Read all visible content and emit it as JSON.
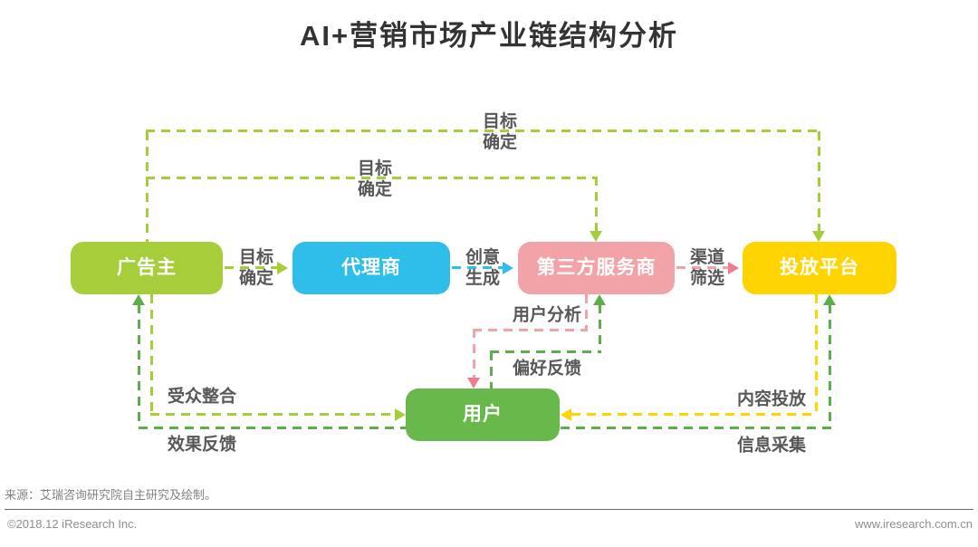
{
  "title": "AI+营销市场产业链结构分析",
  "colors": {
    "green_light": "#A6CE3B",
    "green_dark": "#5BAE49",
    "user_green": "#68B84B",
    "cyan": "#2FBDE9",
    "pink": "#F2A3A8",
    "pink_deep": "#EE7D8E",
    "yellow": "#FFD400",
    "label_gray": "#595757"
  },
  "nodes": {
    "advertiser": "广告主",
    "agency": "代理商",
    "third_party": "第三方服务商",
    "platform": "投放平台",
    "user": "用户"
  },
  "edges": {
    "goal_outer": {
      "from": "advertiser",
      "to": "platform",
      "l1": "目标",
      "l2": "确定"
    },
    "goal_inner": {
      "from": "advertiser",
      "to": "third_party",
      "l1": "目标",
      "l2": "确定"
    },
    "goal_direct": {
      "from": "advertiser",
      "to": "agency",
      "l1": "目标",
      "l2": "确定"
    },
    "creative": {
      "from": "agency",
      "to": "third_party",
      "l1": "创意",
      "l2": "生成"
    },
    "channel": {
      "from": "third_party",
      "to": "platform",
      "l1": "渠道",
      "l2": "筛选"
    },
    "user_analysis": {
      "from": "third_party",
      "to": "user",
      "label": "用户分析"
    },
    "preference_feedback": {
      "from": "user",
      "to": "third_party",
      "label": "偏好反馈"
    },
    "audience_integration": {
      "from": "advertiser",
      "to": "user",
      "label": "受众整合"
    },
    "effect_feedback": {
      "from": "user",
      "to": "advertiser",
      "label": "效果反馈"
    },
    "content_delivery": {
      "from": "platform",
      "to": "user",
      "label": "内容投放"
    },
    "info_collection": {
      "from": "user",
      "to": "platform",
      "label": "信息采集"
    }
  },
  "footer": {
    "source": "来源：艾瑞咨询研究院自主研究及绘制。",
    "copyright": "©2018.12 iResearch Inc.",
    "website": "www.iresearch.com.cn"
  }
}
